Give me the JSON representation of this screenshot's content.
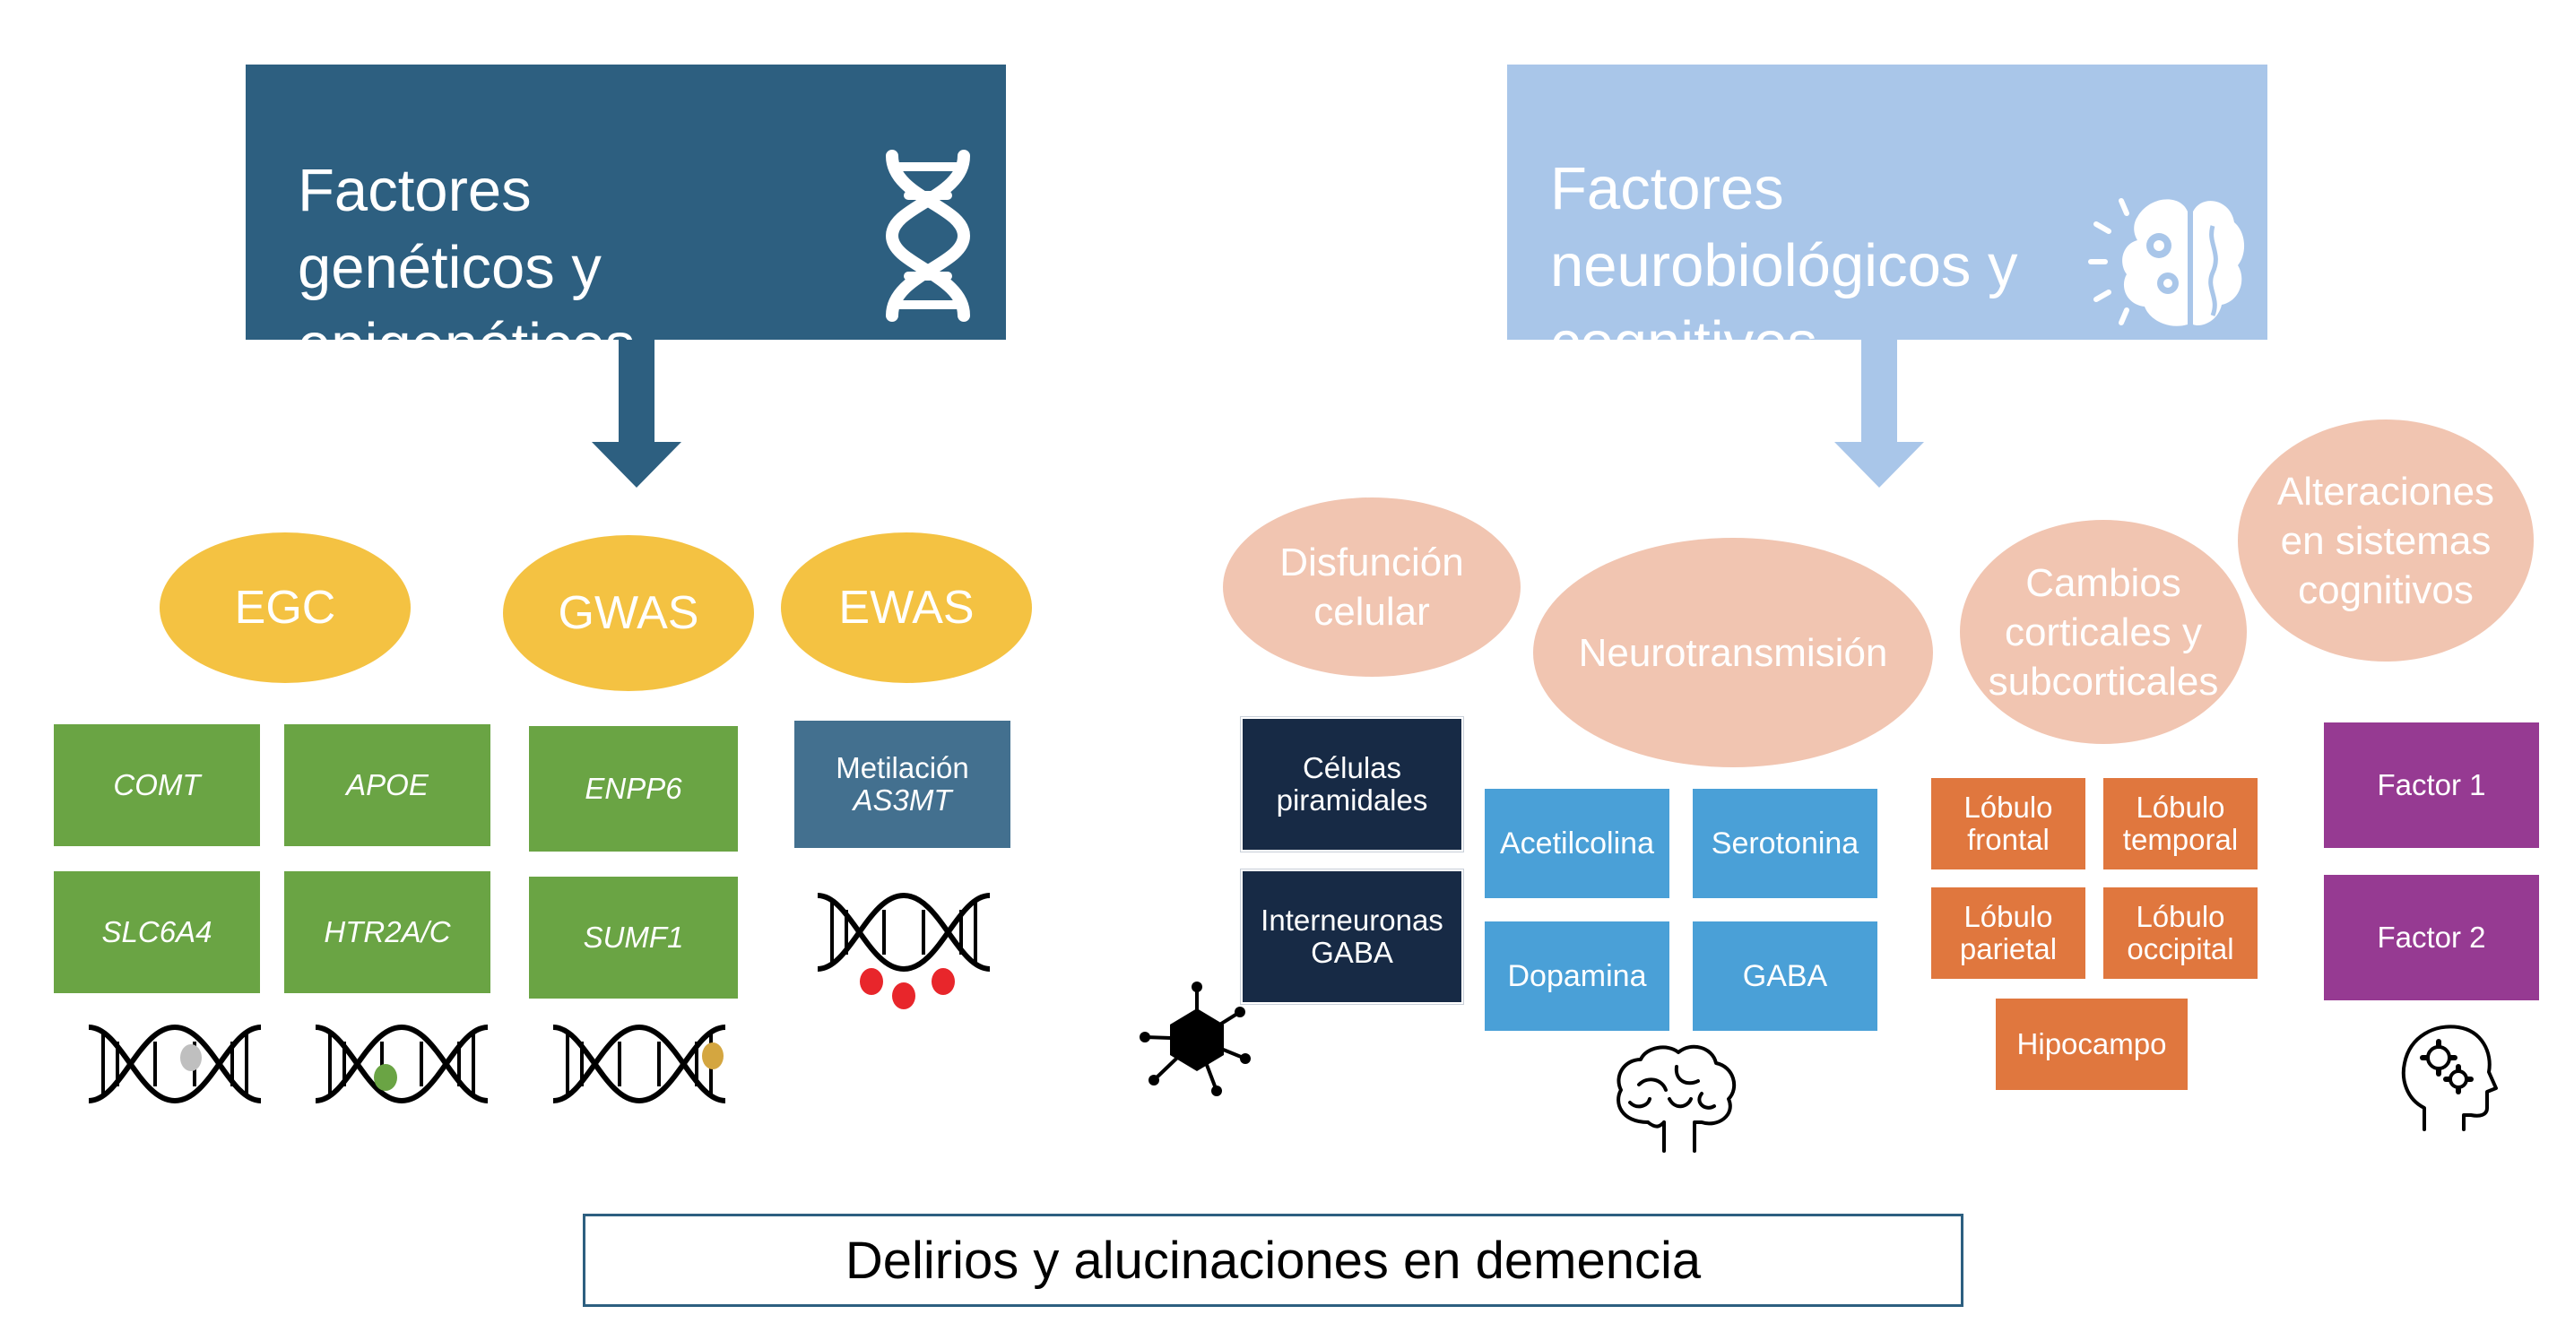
{
  "left": {
    "header_lines": [
      "Factores",
      "genéticos y",
      "epigenéticos"
    ],
    "header_color": "#2d5f80",
    "icon": "dna-icon",
    "categories": [
      {
        "label": "EGC",
        "items": [
          "COMT",
          "APOE",
          "SLC6A4",
          "HTR2A/C"
        ]
      },
      {
        "label": "GWAS",
        "items": [
          "ENPP6",
          "SUMF1"
        ]
      },
      {
        "label": "EWAS",
        "items_lines": [
          "Metilación",
          "AS3MT"
        ]
      }
    ],
    "ellipse_color": "#f4c242",
    "gene_box_color": "#6aa444",
    "snp_colors": [
      "#bfbfbf",
      "#6aa444",
      "#d4a640"
    ],
    "methyl_color": "#e8262b"
  },
  "right": {
    "header_lines": [
      "Factores",
      "neurobiológicos y",
      "cognitivos"
    ],
    "header_color": "#a9c6e9",
    "icon": "brain-gears-icon",
    "categories": [
      {
        "label_lines": [
          "Disfunción",
          "celular"
        ],
        "items": [
          [
            "Células",
            "piramidales"
          ],
          [
            "Interneuronas",
            "GABA"
          ]
        ]
      },
      {
        "label": "Neurotransmisión",
        "items": [
          "Acetilcolina",
          "Serotonina",
          "Dopamina",
          "GABA"
        ]
      },
      {
        "label_lines": [
          "Cambios",
          "corticales y",
          "subcorticales"
        ],
        "items": [
          [
            "Lóbulo",
            "frontal"
          ],
          [
            "Lóbulo",
            "temporal"
          ],
          [
            "Lóbulo",
            "parietal"
          ],
          [
            "Lóbulo",
            "occipital"
          ],
          [
            "Hipocampo"
          ]
        ]
      },
      {
        "label_lines": [
          "Alteraciones",
          "en sistemas",
          "cognitivos"
        ],
        "items": [
          "Factor 1",
          "Factor 2"
        ]
      }
    ],
    "ellipse_color": "#f1c5b1",
    "icons": [
      "virus-icon",
      "brain-icon",
      "head-gears-icon"
    ]
  },
  "bottom_label": "Delirios y alucinaciones en demencia"
}
